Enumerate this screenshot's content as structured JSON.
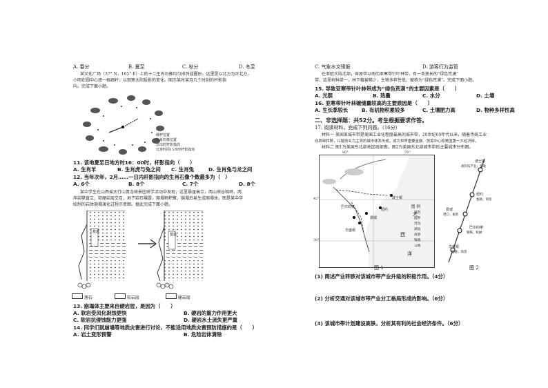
{
  "left": {
    "q10_opts": [
      "A. 春分",
      "B. 夏至",
      "C. 秋分",
      "D. 冬至"
    ],
    "intro_1": "某文化广场（37° N，105° E）上的十二生肖石像均匀排列成圆形，这里是以北方为正北方，",
    "intro_2": "小明在圆中心竖一根细杆，以观察太阳投影的变化。图示某时某月几个时刻的杆影指",
    "intro_3": "向。完成下面小题。",
    "legend": [
      "细杆位置",
      "生肖石像位置",
      "日出时杆影指向",
      "北京时间15点时杆影指向"
    ],
    "q11": "11. 该地夏至日地方时16：00时，杆影指向（　　）",
    "q11_opts": [
      "A. 生肖羊",
      "B. 生肖虎与兔之间",
      "C. 生肖兔",
      "D. 生肖兔与龙之间"
    ],
    "q12": "12. 当年次年，2月……一日内杆影指向的生肖石像个数最多为（　）",
    "q12_opts": [
      "A. 6个",
      "B. 8个",
      "C. 7个",
      "D. 8个"
    ],
    "intro2_1": "某中学生在山西省太行山青龙峡景区研学活动中发现，这里悬崖耸立，两山峡谷相峙。两",
    "intro2_2": "岸岩壁直立，软硬岩层交互，地下岩石裸露，崩塌物积聚，崩塌后易生成崩塌体。图是某中学",
    "intro2_3": "绘制的岩体崩塌演化过程示意图。据此完成下面小题。",
    "rock_label": "基岩",
    "diag_legend": [
      "落石",
      "软岩层",
      "硬岩层"
    ],
    "q13": "13. 崩塌体主要来自硬岩层，是因为（　　）",
    "q13_opts": [
      "A. 软岩受风化剥蚀更快",
      "B. 硬岩的重力作用更大",
      "C. 软岩抗侵蚀能力更强",
      "D. 硬岩水土流失更严重"
    ],
    "q14": "14. 同学们就崩塌等地质灾害进行讨论，不能适用地质灾害预防措施的是（　　）",
    "q14_opts": [
      "A. 岩土变形预警",
      "B. 危险岩体清除"
    ]
  },
  "right": {
    "top_opts": [
      "C. 气象水文预报",
      "D. 游客行为监管"
    ],
    "intro_1": "在亚欧大陆北部，苔原带以南的亚寒带针叶林带，有一条狭长的“绿色荒漠”",
    "intro_2": "带，这里树种单一，林下植被稀少，生物多样性低，被称为“绿色荒漠”。完成下面小题。",
    "q15": "15. 导致亚寒带针叶林带成为“绿色荒漠”的主要因素是（　　）",
    "q15_opts": [
      "A. 光照",
      "B. 热量",
      "C. 水分",
      "D. 土壤"
    ],
    "q16": "16. 亚寒带针叶林碳储量较高的主要原因是（　　）",
    "q16_opts": [
      "A. 生长季较长",
      "B. 有机物积累较多",
      "C. 土壤肥力高",
      "D. 物种多样性高"
    ],
    "q16_tail": "样性高",
    "section": "二、非选择题：共52分。考生根据要求作答。",
    "q17": "17. 阅读材料，完成下列问题。（16分）",
    "mat1_1": "材料一 美国某城市带是美国工业化程度最高的城市带，20世纪60年代以来，随着传统工业",
    "mat1_2": "向西部转移，以服务业为主导的城市体系形成，成为世界重要金融、贸易中心和美国第一大经济带。",
    "mat2": "材料二 图1为美国东北部地区局部图，图2为美国东北部城市带的主要城市分布图。",
    "lon_80": "80°",
    "lon_70": "70°",
    "lat_42": "42°",
    "lat_36": "36°",
    "cities": [
      "波士顿",
      "纽约",
      "巴尔的摩",
      "华盛顿",
      "费城"
    ],
    "map_words": [
      "大",
      "西",
      "洋"
    ],
    "map_legend_title": "图 例",
    "map_legend": [
      "城市",
      "国界",
      "河流",
      "湖泊",
      "海港",
      "铁路",
      "公路"
    ],
    "fig2_cities": [
      "波士顿",
      "纽约",
      "费城",
      "巴尔的摩",
      "华盛顿"
    ],
    "fig2_notes": [
      "高科技产业，金融",
      "金融，商贸",
      "港口，服务",
      "钢铁，机械",
      "金融，商贸"
    ],
    "fig1_caption": "图 1",
    "fig2_caption": "图 2",
    "sub1": "(1) 简述产业转移对该城市带产业升级的积极作用。（4分）",
    "sub2": "(2) 分析交通对该城市带产业分工格局形成的影响。（6分）",
    "sub3": "(3) 该城市带计划建设高铁，分析其有利的社会经济条件。（6分）"
  }
}
